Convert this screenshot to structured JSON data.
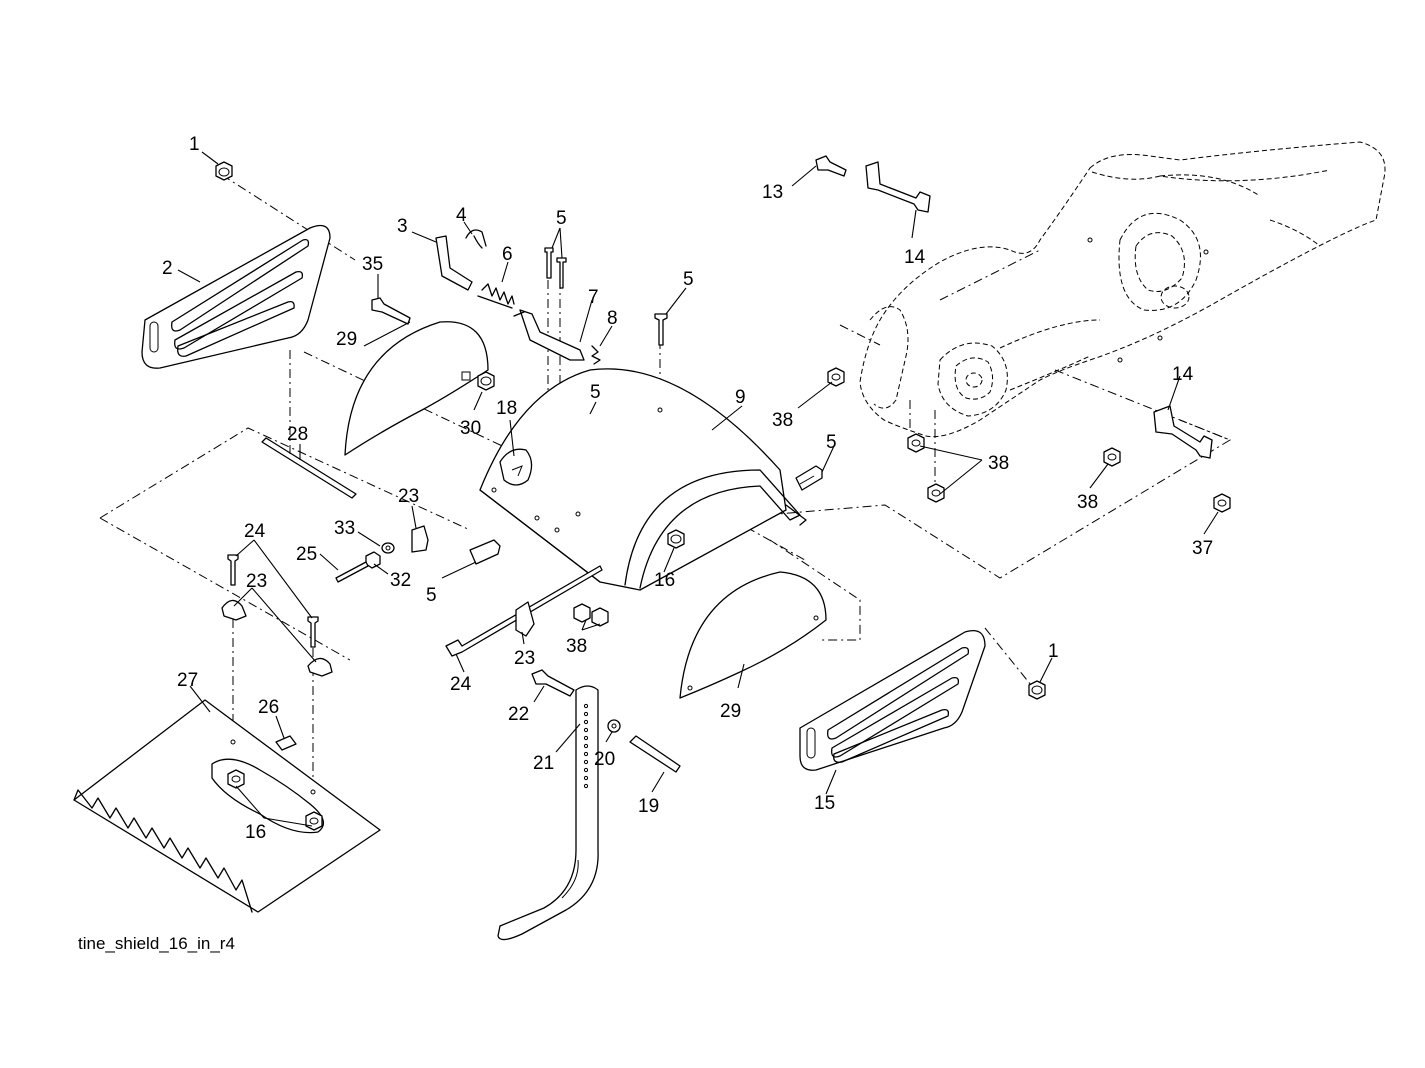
{
  "drawing_id": "tine_shield_16_in_r4",
  "callouts": {
    "c1a": "1",
    "c1b": "1",
    "c2": "2",
    "c3": "3",
    "c4": "4",
    "c5a": "5",
    "c5b": "5",
    "c5c": "5",
    "c5d": "5",
    "c5e": "5",
    "c6": "6",
    "c7": "7",
    "c8": "8",
    "c9": "9",
    "c13": "13",
    "c14a": "14",
    "c14b": "14",
    "c15": "15",
    "c16a": "16",
    "c16b": "16",
    "c18": "18",
    "c19": "19",
    "c20": "20",
    "c21": "21",
    "c22": "22",
    "c23a": "23",
    "c23b": "23",
    "c23c": "23",
    "c24a": "24",
    "c24b": "24",
    "c25": "25",
    "c26": "26",
    "c27": "27",
    "c28": "28",
    "c29a": "29",
    "c29b": "29",
    "c30": "30",
    "c32": "32",
    "c33": "33",
    "c35": "35",
    "c37": "37",
    "c38a": "38",
    "c38b": "38",
    "c38c": "38",
    "c38d": "38"
  }
}
